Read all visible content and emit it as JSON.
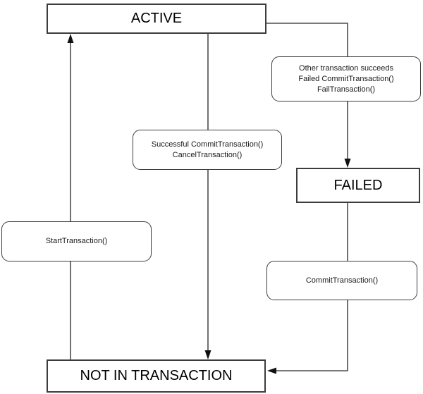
{
  "diagram": {
    "kind": "state-diagram",
    "colors": {
      "background": "#ffffff",
      "stroke": "#4d4d4d",
      "box_border": "#3c3c3c",
      "text": "#000000",
      "arrowhead": "#111111"
    },
    "states": [
      {
        "id": "active",
        "label": "ACTIVE"
      },
      {
        "id": "failed",
        "label": "FAILED"
      },
      {
        "id": "not_in_transaction",
        "label": "NOT IN TRANSACTION"
      }
    ],
    "transitions": [
      {
        "id": "active-to-failed",
        "from": "ACTIVE",
        "to": "FAILED",
        "lines": [
          "Other transaction succeeds",
          "Failed CommitTransaction()",
          "FailTransaction()"
        ]
      },
      {
        "id": "active-to-not-in-transaction",
        "from": "ACTIVE",
        "to": "NOT IN TRANSACTION",
        "lines": [
          "Successful CommitTransaction()",
          "CancelTransaction()"
        ]
      },
      {
        "id": "not-in-transaction-to-active",
        "from": "NOT IN TRANSACTION",
        "to": "ACTIVE",
        "lines": [
          "StartTransaction()"
        ]
      },
      {
        "id": "failed-to-not-in-transaction",
        "from": "FAILED",
        "to": "NOT IN TRANSACTION",
        "lines": [
          "CommitTransaction()"
        ]
      }
    ]
  }
}
